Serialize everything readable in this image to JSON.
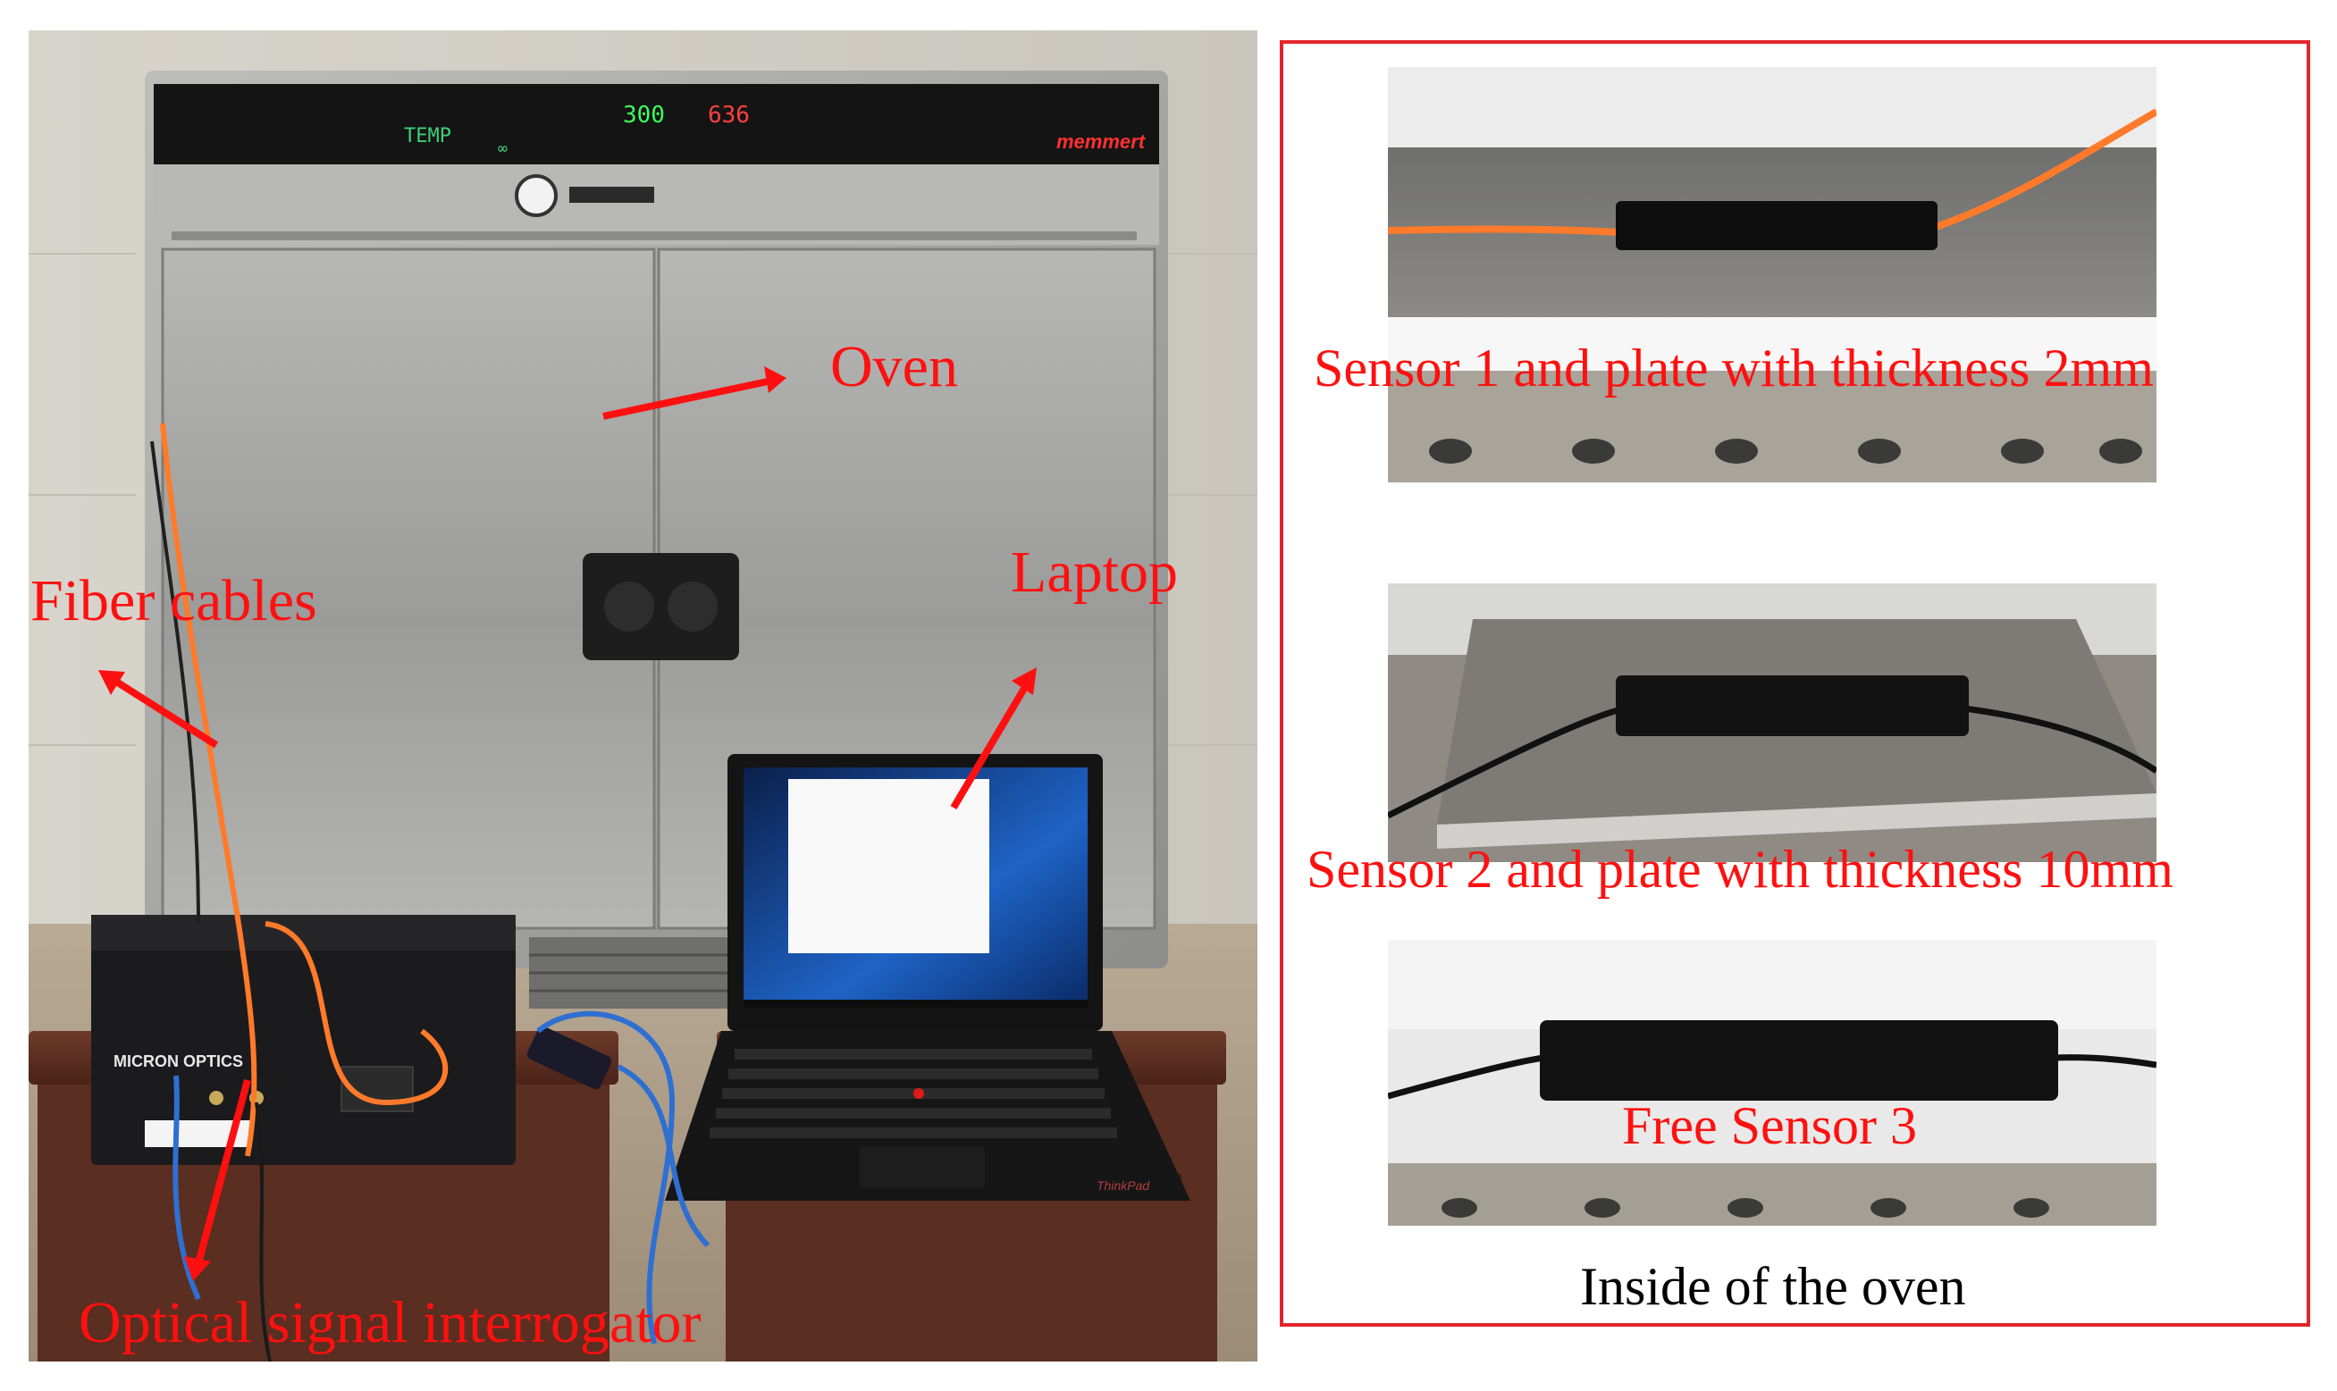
{
  "setup_photo": {
    "annotations": {
      "oven": "Oven",
      "laptop": "Laptop",
      "fiber_cables": "Fiber cables",
      "interrogator": "Optical signal interrogator"
    },
    "oven_brand": "memmert",
    "oven_display": {
      "temp_label": "TEMP",
      "setpoint": "300",
      "timer": "636"
    },
    "interrogator_label": "MICRON OPTICS",
    "laptop_brand": "ThinkPad"
  },
  "inside_panel": {
    "sensor_1_label": "Sensor 1 and plate with thickness 2mm",
    "sensor_2_label": "Sensor 2 and plate with thickness 10mm",
    "sensor_3_label": "Free Sensor 3",
    "caption": "Inside of the oven"
  },
  "colors": {
    "annotation_red": "#ff1010",
    "frame_red": "#e3262b",
    "fiber_orange": "#ff7a2a",
    "oven_steel": "#a9a9a7"
  }
}
